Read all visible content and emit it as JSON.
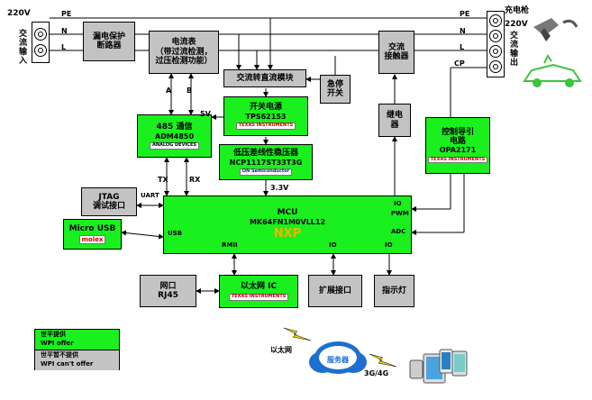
{
  "left_terminal": {
    "voltage": "220V",
    "title": "交流输入"
  },
  "right_terminal": {
    "title": "充电枪",
    "voltage": "220V",
    "side": "交流输出"
  },
  "lines": {
    "pe": "PE",
    "n": "N",
    "l": "L",
    "cp": "CP"
  },
  "blocks": {
    "leakage": "漏电保护断路器",
    "meter": [
      "电流表",
      "（带过流检测，",
      "过压检测功能）"
    ],
    "contactor": [
      "交流",
      "接触器"
    ],
    "acdc": "交流转直流模块",
    "estop": [
      "急停",
      "开关"
    ],
    "switch_ps": {
      "title": "开关电源",
      "part": "TPS62153"
    },
    "ldo": {
      "title": "低压差线性稳压器",
      "part": "NCP1117ST33T3G"
    },
    "rs485": {
      "title": "485 通信",
      "part": "ADM4850"
    },
    "relay": [
      "继电",
      "器"
    ],
    "pilot": {
      "title": [
        "控制导引",
        "电路"
      ],
      "part": "OPA2171"
    },
    "jtag": [
      "JTAG",
      "调试接口"
    ],
    "usb": "Micro USB",
    "mcu": {
      "title": "MCU",
      "part": "MK64FN1M0VLL12"
    },
    "ethernet_port": [
      "网口",
      "RJ45"
    ],
    "eth_ic": "以太网 IC",
    "expansion": "扩展接口",
    "indicator": "指示灯"
  },
  "logos": {
    "ti": "TEXAS INSTRUMENTS",
    "adi": "ANALOG DEVICES",
    "molex": "molex",
    "onsemi": "ON Semiconductor",
    "nxp": "NXP"
  },
  "signals": {
    "a": "A",
    "b": "B",
    "v5": "5V",
    "v33": "3.3V",
    "tx": "TX",
    "rx": "RX",
    "uart": "UART",
    "usb": "USB",
    "rmii": "RMII",
    "io": "IO",
    "io2": "IO",
    "io3": "IO",
    "pwm": "PWM",
    "adc": "ADC"
  },
  "legend": {
    "offer": [
      "世平提供",
      "WPI offer"
    ],
    "not_offer": [
      "世平暂不提供",
      "WPI can't offer"
    ]
  },
  "cloud": {
    "label": "服务器",
    "ethernet_label": "以太网",
    "net_label": "3G/4G"
  },
  "colors": {
    "green": "#19f01e",
    "gray": "#c3c3c3",
    "nxp_orange": "#f4b400",
    "cloud_blue": "#1c6fd1",
    "car_green": "#3cc43c"
  }
}
